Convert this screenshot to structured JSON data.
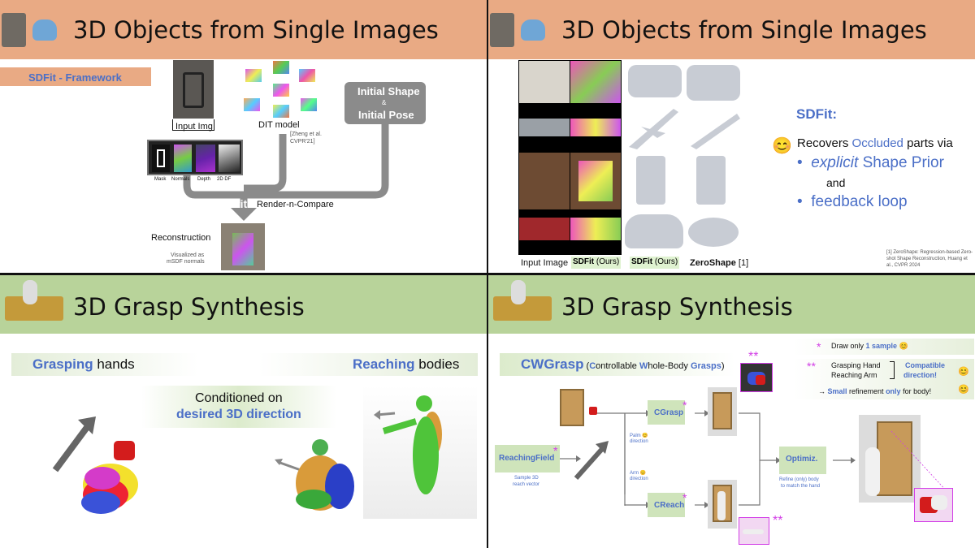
{
  "q1": {
    "title": "3D Objects from Single Images",
    "section_tag": "SDFit - Framework",
    "input_img": "Input Img",
    "dit_model": "DIT model",
    "dit_ref": "[Zheng et al. CVPR'21]",
    "init_shape": "Initial Shape",
    "amp": "&",
    "init_pose": "Initial Pose",
    "mask": "Mask",
    "normals": "Normals",
    "depth": "Depth",
    "df2d": "2D DF",
    "fit": "fit",
    "render_compare": "Render-n-Compare",
    "reconstruction": "Reconstruction",
    "visualized": "Visualized as",
    "msdf": "mSDF normals"
  },
  "q2": {
    "title": "3D Objects from Single Images",
    "sdfit_head": "SDFit:",
    "recovers": "Recovers ",
    "occluded": "Occluded",
    "parts_via": " parts via",
    "explicit": "explicit",
    "shape_prior": " Shape Prior",
    "and": "and",
    "feedback": "feedback loop",
    "cap_input": "Input Image",
    "cap_sdfit1": "SDFit",
    "cap_ours1": " (Ours)",
    "cap_sdfit2": "SDFit",
    "cap_ours2": " (Ours)",
    "cap_zero": "ZeroShape",
    "cap_zero_ref": " [1]",
    "ref_text": "[1] ZeroShape: Regression-based Zero-shot Shape Reconstruction, Huang et al., CVPR 2024"
  },
  "q3": {
    "title": "3D Grasp Synthesis",
    "grasping": "Grasping",
    "hands": " hands",
    "reaching": "Reaching",
    "bodies": " bodies",
    "conditioned": "Conditioned on",
    "desired": "desired 3D direction"
  },
  "q4": {
    "title": "3D Grasp Synthesis",
    "cwgrasp": "CWGrasp",
    "cw_paren_open": " (",
    "cw_c": "C",
    "cw_ontrollable": "ontrollable ",
    "cw_w": "W",
    "cw_hole_body": "hole-Body ",
    "cw_g": "Grasps",
    "cw_paren_close": ")",
    "note1_pre": "Draw only ",
    "note1_bold": "1 sample",
    "note2_a": "Grasping Hand",
    "note2_b": "Reaching Arm",
    "compatible": "Compatible",
    "direction": "direction!",
    "note3_pre": "→ ",
    "note3_small": "Small",
    "note3_mid": " refinement ",
    "note3_only": "only",
    "note3_post": " for body!",
    "star1": "*",
    "star2": "**",
    "reachingfield": "ReachingField",
    "sample_3d": "Sample 3D",
    "reach_vector": "reach vector",
    "cgrasp": "CGrasp",
    "creach": "CReach",
    "palm": "Palm",
    "palm_dir": "direction",
    "arm": "Arm",
    "arm_dir": "direction",
    "optimiz": "Optimiz.",
    "refine1": "Refine (only) body",
    "refine2": "to match the hand",
    "emoji": "😊"
  }
}
